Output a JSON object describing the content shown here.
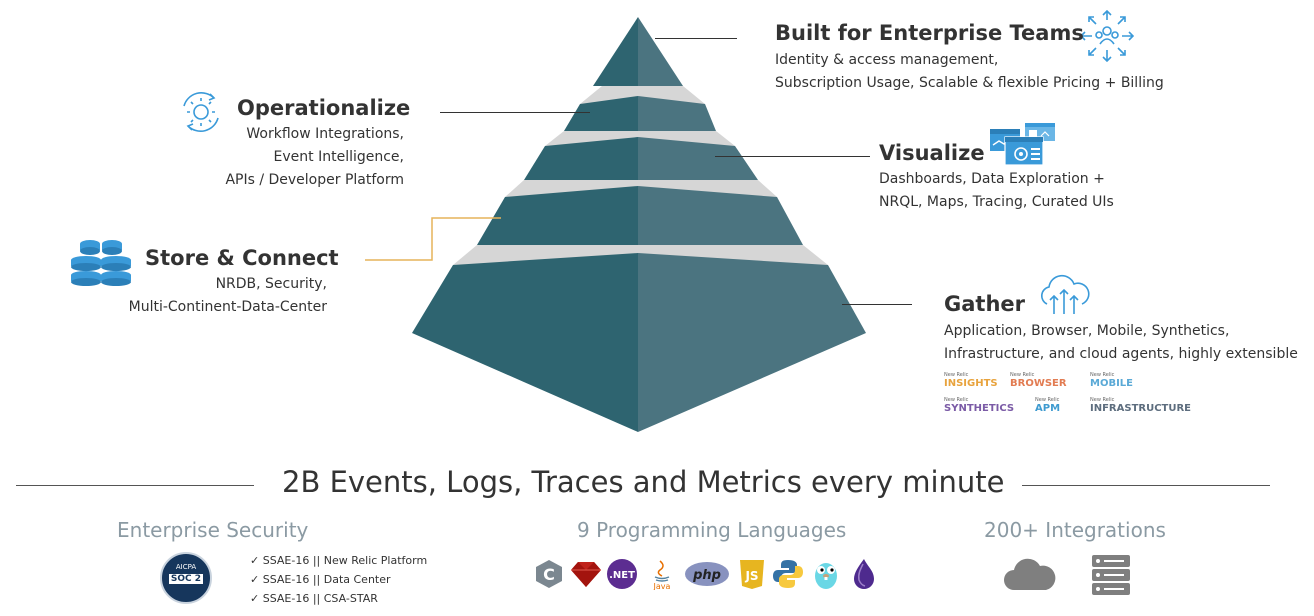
{
  "layers": {
    "enterprise": {
      "title": "Built for Enterprise Teams",
      "lines": [
        "Identity & access management,",
        "Subscription Usage, Scalable & flexible Pricing + Billing"
      ]
    },
    "operationalize": {
      "title": "Operationalize",
      "lines": [
        "Workflow Integrations,",
        "Event Intelligence,",
        "APIs / Developer Platform"
      ]
    },
    "visualize": {
      "title": "Visualize",
      "lines": [
        "Dashboards, Data Exploration +",
        "NRQL, Maps, Tracing, Curated UIs"
      ]
    },
    "store": {
      "title": "Store & Connect",
      "lines": [
        "NRDB, Security,",
        "Multi-Continent-Data-Center"
      ]
    },
    "gather": {
      "title": "Gather",
      "lines": [
        "Application, Browser, Mobile, Synthetics,",
        "Infrastructure, and cloud agents, highly extensible"
      ]
    }
  },
  "products": [
    {
      "brand": "New Relic",
      "name": "INSIGHTS",
      "color": "#e8a33d"
    },
    {
      "brand": "New Relic",
      "name": "BROWSER",
      "color": "#e27c52"
    },
    {
      "brand": "New Relic",
      "name": "MOBILE",
      "color": "#5aa9d6"
    },
    {
      "brand": "New Relic",
      "name": "SYNTHETICS",
      "color": "#7b5ba6"
    },
    {
      "brand": "New Relic",
      "name": "APM",
      "color": "#3f9bd0"
    },
    {
      "brand": "New Relic",
      "name": "INFRASTRUCTURE",
      "color": "#5d6d7e"
    }
  ],
  "headline": "2B Events, Logs, Traces and Metrics every minute",
  "sections": {
    "security": {
      "title": "Enterprise Security",
      "badge_top": "AICPA",
      "badge_main": "SOC 2",
      "checks": [
        "✓ SSAE-16 || New Relic Platform",
        "✓ SSAE-16 || Data Center",
        "✓ SSAE-16 || CSA-STAR"
      ]
    },
    "languages": {
      "title": "9 Programming Languages",
      "items": [
        "C",
        ".NET",
        "Java",
        "php",
        "JS"
      ]
    },
    "integrations": {
      "title": "200+ Integrations"
    }
  },
  "colors": {
    "pyramid_dark": "#2e6470",
    "pyramid_light": "#4b7480",
    "band": "#d6d6d6",
    "icon_blue": "#3a9ad9",
    "accent_line": "#e6b35a"
  }
}
